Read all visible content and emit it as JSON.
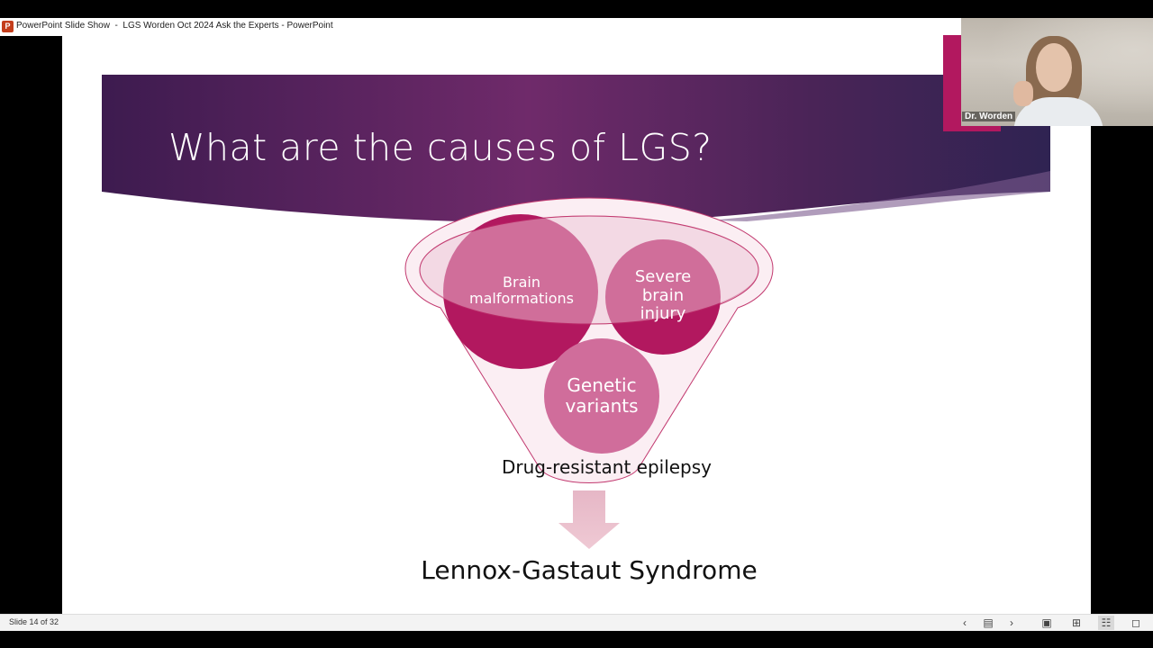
{
  "window": {
    "app_title": "PowerPoint Slide Show  -  LGS Worden Oct 2024 Ask the Experts - PowerPoint",
    "app_icon": "P"
  },
  "slide": {
    "title": "What are the causes of LGS?",
    "circles": {
      "brain": "Brain malformations",
      "severe": "Severe brain injury",
      "genetic": "Genetic variants"
    },
    "funnel_label": "Drug-resistant epilepsy",
    "result": "Lennox-Gastaut Syndrome",
    "colors": {
      "banner_dark": "#3d1b4f",
      "banner_mid": "#6f2a6a",
      "magenta": "#b2185f",
      "pink_light": "#d77aa6",
      "arrow": "#e6b7c6"
    }
  },
  "video": {
    "participant_name": "Dr. Worden"
  },
  "status": {
    "slide_counter": "Slide 14 of 32",
    "icons": [
      "chevron-left-icon",
      "notes-icon",
      "chevron-right-icon",
      "normal-view-icon",
      "slide-sorter-icon",
      "reading-view-icon",
      "slideshow-icon"
    ]
  }
}
